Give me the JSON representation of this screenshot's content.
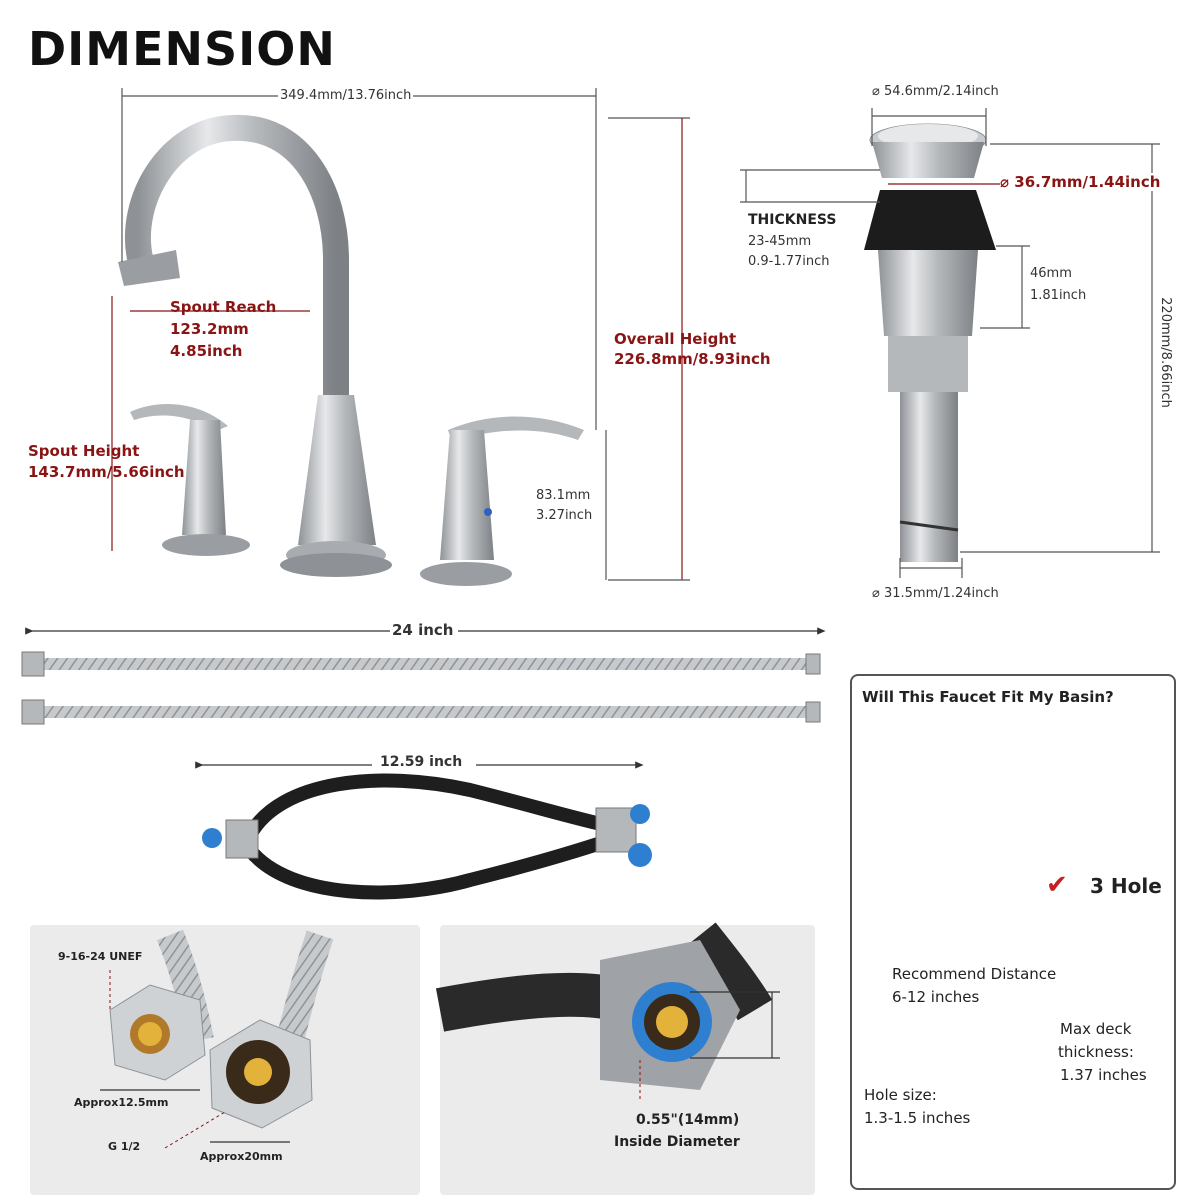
{
  "title": "DIMENSION",
  "faucet": {
    "width": "349.4mm/13.76inch",
    "spout_reach": {
      "label": "Spout Reach",
      "mm": "123.2mm",
      "inch": "4.85inch"
    },
    "overall_height": {
      "label": "Overall Height",
      "value": "226.8mm/8.93inch"
    },
    "spout_height": {
      "label": "Spout Height",
      "value": "143.7mm/5.66inch"
    },
    "handle_height": {
      "mm": "83.1mm",
      "inch": "3.27inch"
    }
  },
  "drain": {
    "top_diameter": "⌀ 54.6mm/2.14inch",
    "stopper_diameter": "⌀ 36.7mm/1.44inch",
    "thickness": {
      "label": "THICKNESS",
      "mm": "23-45mm",
      "inch": "0.9-1.77inch"
    },
    "thread": {
      "mm": "46mm",
      "inch": "1.81inch"
    },
    "height": "220mm/8.66inch",
    "bottom_diameter": "⌀ 31.5mm/1.24inch"
  },
  "hoses": {
    "supply_length": "24 inch",
    "connector_length": "12.59 inch"
  },
  "detail_left": {
    "thread_label": "9-16-24 UNEF",
    "approx_small": "Approx12.5mm",
    "g_label": "G 1/2",
    "approx_large": "Approx20mm"
  },
  "detail_mid": {
    "diameter": "0.55\"(14mm)",
    "caption": "Inside Diameter"
  },
  "fit_box": {
    "question": "Will This Faucet Fit My Basin?",
    "check": "✔",
    "hole_label": "3 Hole",
    "recommend_title": "Recommend Distance",
    "recommend_value": "6-12 inches",
    "deck_line1": "Max deck",
    "deck_line2": "thickness:",
    "deck_line3": "1.37 inches",
    "hole_size_label": "Hole size:",
    "hole_size_value": "1.3-1.5 inches"
  },
  "colors": {
    "accent_red": "#8a1414",
    "chrome": "#b9bcbf",
    "hose_black": "#1e1e1e",
    "valve_blue": "#2f7fd0"
  }
}
